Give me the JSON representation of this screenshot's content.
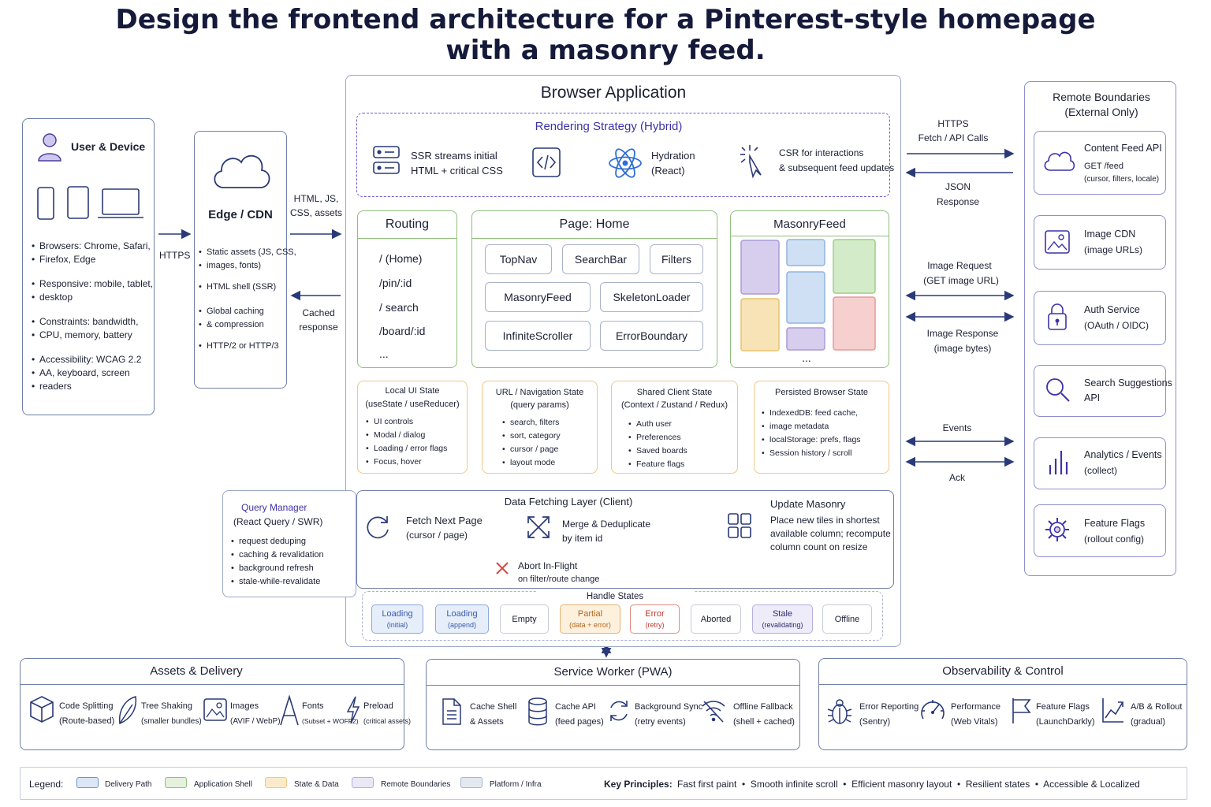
{
  "title": {
    "line1": "Design the frontend architecture for a Pinterest-style homepage",
    "line2": "with a masonry feed."
  },
  "user": {
    "title": "User & Device",
    "bullets": [
      "Browsers: Chrome, Safari,",
      "Firefox, Edge",
      "Responsive: mobile, tablet,",
      "desktop",
      "Constraints: bandwidth,",
      "CPU, memory, battery",
      "Accessibility: WCAG 2.2",
      "AA, keyboard, screen",
      "readers"
    ]
  },
  "edge": {
    "title": "Edge / CDN",
    "bullets": [
      "Static assets (JS, CSS,",
      "images, fonts)",
      "HTML shell (SSR)",
      "Global caching",
      "& compression",
      "HTTP/2 or HTTP/3"
    ]
  },
  "links_left": {
    "https": "HTTPS",
    "html_js_1": "HTML, JS,",
    "html_js_2": "CSS, assets",
    "cached_1": "Cached",
    "cached_2": "response"
  },
  "browser": {
    "title": "Browser Application"
  },
  "rendering": {
    "title": "Rendering Strategy (Hybrid)",
    "ssr_1": "SSR streams initial",
    "ssr_2": "HTML + critical CSS",
    "hyd_1": "Hydration",
    "hyd_2": "(React)",
    "csr_1": "CSR for interactions",
    "csr_2": "& subsequent feed updates"
  },
  "routing": {
    "title": "Routing",
    "routes": [
      "/ (Home)",
      "/pin/:id",
      "/ search",
      "/board/:id",
      "..."
    ]
  },
  "home": {
    "title": "Page: Home",
    "chips": [
      "TopNav",
      "SearchBar",
      "Filters",
      "MasonryFeed",
      "SkeletonLoader",
      "InfiniteScroller",
      "ErrorBoundary"
    ]
  },
  "masonry": {
    "title": "MasonryFeed",
    "more": "...",
    "colors": [
      "#d7cdec",
      "#cfe0f4",
      "#d4ebc9",
      "#f7e3b6",
      "#f6cfcf"
    ]
  },
  "state": {
    "local": {
      "t1": "Local UI State",
      "t2": "(useState / useReducer)",
      "items": [
        "UI controls",
        "Modal / dialog",
        "Loading / error flags",
        "Focus, hover"
      ]
    },
    "url": {
      "t1": "URL / Navigation State",
      "t2": "(query params)",
      "items": [
        "search, filters",
        "sort, category",
        "cursor / page",
        "layout mode"
      ]
    },
    "shared": {
      "t1": "Shared Client State",
      "t2": "(Context / Zustand / Redux)",
      "items": [
        "Auth user",
        "Preferences",
        "Saved boards",
        "Feature flags"
      ]
    },
    "persist": {
      "t1": "Persisted Browser State",
      "items": [
        "IndexedDB: feed cache,",
        "image metadata",
        "localStorage: prefs, flags",
        "Session history / scroll"
      ]
    }
  },
  "query": {
    "t1": "Query Manager",
    "t2": "(React Query / SWR)",
    "items": [
      "request deduping",
      "caching & revalidation",
      "background refresh",
      "stale-while-revalidate"
    ]
  },
  "fetching": {
    "title": "Data Fetching Layer (Client)",
    "fetch_1": "Fetch Next Page",
    "fetch_2": "(cursor / page)",
    "merge_1": "Merge & Deduplicate",
    "merge_2": "by item id",
    "update_title": "Update Masonry",
    "update_1": "Place new tiles in shortest",
    "update_2": "available column; recompute",
    "update_3": "column count on resize",
    "abort_1": "Abort In-Flight",
    "abort_2": "on filter/route change"
  },
  "handle": {
    "title": "Handle States",
    "states": [
      {
        "l1": "Loading",
        "l2": "(initial)",
        "color": "#3b5bab"
      },
      {
        "l1": "Loading",
        "l2": "(append)",
        "color": "#3b5bab"
      },
      {
        "l1": "Empty",
        "l2": "",
        "color": "#1c2033"
      },
      {
        "l1": "Partial",
        "l2": "(data + error)",
        "color": "#b5651d"
      },
      {
        "l1": "Error",
        "l2": "(retry)",
        "color": "#c0392b"
      },
      {
        "l1": "Aborted",
        "l2": "",
        "color": "#1c2033"
      },
      {
        "l1": "Stale",
        "l2": "(revalidating)",
        "color": "#2c2c70"
      },
      {
        "l1": "Offline",
        "l2": "",
        "color": "#1c2033"
      }
    ]
  },
  "links_right": {
    "https_1": "HTTPS",
    "https_2": "Fetch / API Calls",
    "json_1": "JSON",
    "json_2": "Response",
    "imgreq_1": "Image Request",
    "imgreq_2": "(GET image URL)",
    "imgres_1": "Image Response",
    "imgres_2": "(image bytes)",
    "events": "Events",
    "ack": "Ack"
  },
  "remote": {
    "t1": "Remote Boundaries",
    "t2": "(External Only)",
    "feed": {
      "t": "Content Feed API",
      "s1": "GET /feed",
      "s2": "(cursor, filters, locale)"
    },
    "cdn": {
      "t": "Image CDN",
      "s": "(image URLs)"
    },
    "auth": {
      "t": "Auth Service",
      "s": "(OAuth / OIDC)"
    },
    "search": {
      "t": "Search Suggestions",
      "s": "API"
    },
    "analytics": {
      "t": "Analytics / Events",
      "s": "(collect)"
    },
    "flags": {
      "t": "Feature Flags",
      "s": "(rollout config)"
    }
  },
  "assets": {
    "title": "Assets & Delivery",
    "items": [
      [
        "Code Splitting",
        "(Route-based)"
      ],
      [
        "Tree Shaking",
        "(smaller bundles)"
      ],
      [
        "Images",
        "(AVIF / WebP)"
      ],
      [
        "Fonts",
        "(Subset + WOFF2)"
      ],
      [
        "Preload",
        "(critical assets)"
      ]
    ]
  },
  "sw": {
    "title": "Service Worker (PWA)",
    "items": [
      [
        "Cache Shell",
        "& Assets"
      ],
      [
        "Cache API",
        "(feed pages)"
      ],
      [
        "Background Sync",
        "(retry events)"
      ],
      [
        "Offline Fallback",
        "(shell + cached)"
      ]
    ]
  },
  "obs": {
    "title": "Observability & Control",
    "items": [
      [
        "Error Reporting",
        "(Sentry)"
      ],
      [
        "Performance",
        "(Web Vitals)"
      ],
      [
        "Feature Flags",
        "(LaunchDarkly)"
      ],
      [
        "A/B & Rollout",
        "(gradual)"
      ]
    ]
  },
  "legend": {
    "label": "Legend:",
    "items": [
      "Delivery Path",
      "Application Shell",
      "State & Data",
      "Remote Boundaries",
      "Platform / Infra"
    ],
    "colors": [
      "#dbe6f7",
      "#e4f1dc",
      "#fcebcb",
      "#ebe8f6",
      "#e4e9f1"
    ],
    "principles_label": "Key Principles:",
    "principles": "Fast first paint  •  Smooth infinite scroll  •  Efficient masonry layout  •  Resilient states  •  Accessible & Localized"
  }
}
